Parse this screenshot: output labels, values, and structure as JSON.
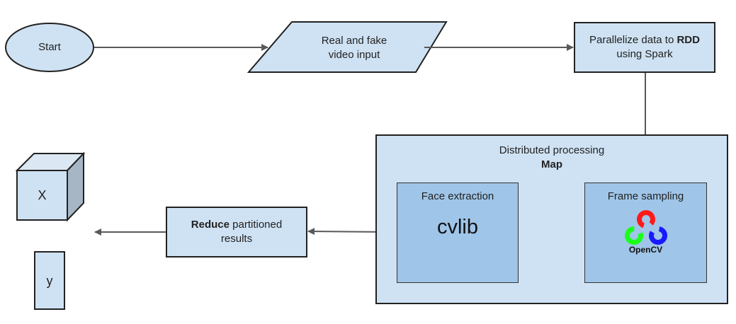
{
  "nodes": {
    "start": {
      "label": "Start"
    },
    "input": {
      "line1": "Real and fake",
      "line2": "video input"
    },
    "parallelize": {
      "line1_pre": "Parallelize data to ",
      "line1_bold": "RDD",
      "line2": "using Spark"
    },
    "distributed": {
      "line1": "Distributed processing",
      "line2": "Map"
    },
    "frame_sampling": {
      "title": "Frame sampling",
      "logo_text": "OpenCV"
    },
    "face_extraction": {
      "title": "Face extraction",
      "lib": "cvlib"
    },
    "reduce": {
      "line1_bold": "Reduce",
      "line1_rest": " partitioned",
      "line2": "results"
    },
    "output_x": {
      "label": "X"
    },
    "output_y": {
      "label": "y"
    }
  },
  "colors": {
    "light_fill": "#cfe2f3",
    "mid_fill": "#9fc5e8",
    "arrow": "#595959",
    "opencv_red": "#ff1a1a",
    "opencv_green": "#1aff1a",
    "opencv_blue": "#1a1aff"
  }
}
